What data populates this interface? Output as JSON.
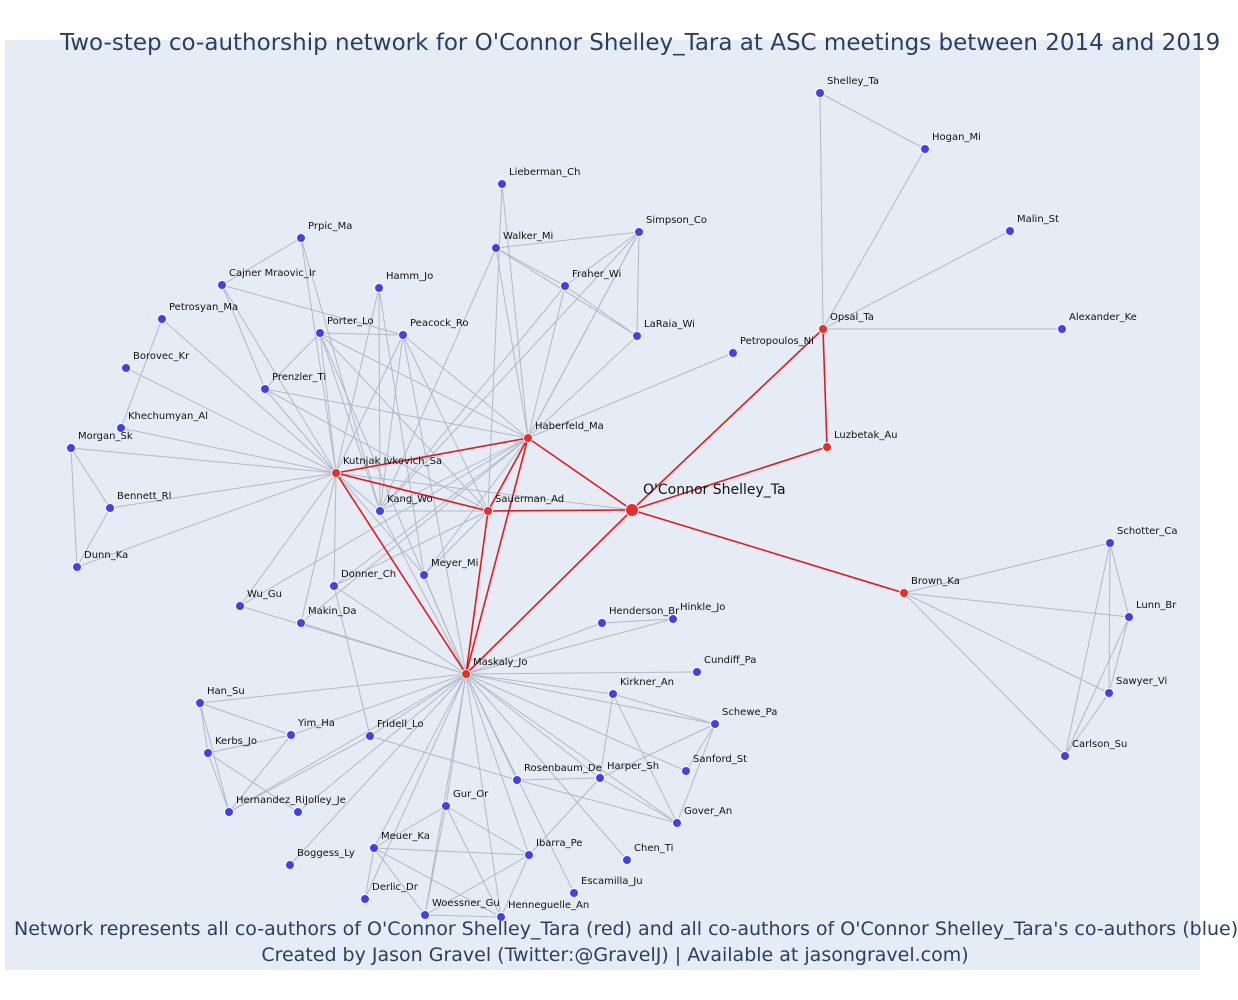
{
  "title": "Two-step co-authorship network for O'Connor Shelley_Tara at ASC meetings between 2014 and 2019",
  "footer_line1": "Network represents all co-authors of O'Connor Shelley_Tara (red) and all co-authors of O'Connor Shelley_Tara's co-authors (blue)",
  "footer_line2": "Created by Jason Gravel (Twitter:@GravelJ) | Available at jasongravel.com)",
  "colors": {
    "background": "#e5ecf6",
    "first_step_node": "#ef2a2a",
    "second_step_node": "#4040ee",
    "first_step_edge": "#e31a1c",
    "second_step_edge": "#b4b8c6",
    "text": "#2a3f5f"
  },
  "nodes": [
    {
      "id": "O'Connor Shelley_Ta",
      "group": "focal"
    },
    {
      "id": "Haberfeld_Ma",
      "group": "red"
    },
    {
      "id": "Kutnjak Ivkovich_Sa",
      "group": "red"
    },
    {
      "id": "Sauerman_Ad",
      "group": "red"
    },
    {
      "id": "Maskaly_Jo",
      "group": "red"
    },
    {
      "id": "Opsal_Ta",
      "group": "red"
    },
    {
      "id": "Luzbetak_Au",
      "group": "red"
    },
    {
      "id": "Brown_Ka",
      "group": "red"
    },
    {
      "id": "Shelley_Ta",
      "group": "blue"
    },
    {
      "id": "Hogan_Mi",
      "group": "blue"
    },
    {
      "id": "Malin_St",
      "group": "blue"
    },
    {
      "id": "Alexander_Ke",
      "group": "blue"
    },
    {
      "id": "Lieberman_Ch",
      "group": "blue"
    },
    {
      "id": "Simpson_Co",
      "group": "blue"
    },
    {
      "id": "Walker_Mi",
      "group": "blue"
    },
    {
      "id": "Fraher_Wi",
      "group": "blue"
    },
    {
      "id": "LaRaia_Wi",
      "group": "blue"
    },
    {
      "id": "Petropoulos_Ni",
      "group": "blue"
    },
    {
      "id": "Prpic_Ma",
      "group": "blue"
    },
    {
      "id": "Cajner Mraovic_Ir",
      "group": "blue"
    },
    {
      "id": "Hamm_Jo",
      "group": "blue"
    },
    {
      "id": "Petrosyan_Ma",
      "group": "blue"
    },
    {
      "id": "Porter_Lo",
      "group": "blue"
    },
    {
      "id": "Peacock_Ro",
      "group": "blue"
    },
    {
      "id": "Borovec_Kr",
      "group": "blue"
    },
    {
      "id": "Prenzler_Ti",
      "group": "blue"
    },
    {
      "id": "Khechumyan_Al",
      "group": "blue"
    },
    {
      "id": "Morgan_Sk",
      "group": "blue"
    },
    {
      "id": "Bennett_Rl",
      "group": "blue"
    },
    {
      "id": "Dunn_Ka",
      "group": "blue"
    },
    {
      "id": "Kang_Wo",
      "group": "blue"
    },
    {
      "id": "Donner_Ch",
      "group": "blue"
    },
    {
      "id": "Meyer_Mi",
      "group": "blue"
    },
    {
      "id": "Wu_Gu",
      "group": "blue"
    },
    {
      "id": "Makin_Da",
      "group": "blue"
    },
    {
      "id": "Henderson_Br",
      "group": "blue"
    },
    {
      "id": "Hinkle_Jo",
      "group": "blue"
    },
    {
      "id": "Cundiff_Pa",
      "group": "blue"
    },
    {
      "id": "Kirkner_An",
      "group": "blue"
    },
    {
      "id": "Schewe_Pa",
      "group": "blue"
    },
    {
      "id": "Han_Su",
      "group": "blue"
    },
    {
      "id": "Yim_Ha",
      "group": "blue"
    },
    {
      "id": "Fridell_Lo",
      "group": "blue"
    },
    {
      "id": "Kerbs_Jo",
      "group": "blue"
    },
    {
      "id": "Hernandez_Ri",
      "group": "blue"
    },
    {
      "id": "Jolley_Je",
      "group": "blue"
    },
    {
      "id": "Rosenbaum_De",
      "group": "blue"
    },
    {
      "id": "Harper_Sh",
      "group": "blue"
    },
    {
      "id": "Sanford_St",
      "group": "blue"
    },
    {
      "id": "Gover_An",
      "group": "blue"
    },
    {
      "id": "Gur_Or",
      "group": "blue"
    },
    {
      "id": "Meuer_Ka",
      "group": "blue"
    },
    {
      "id": "Ibarra_Pe",
      "group": "blue"
    },
    {
      "id": "Chen_Ti",
      "group": "blue"
    },
    {
      "id": "Boggess_Ly",
      "group": "blue"
    },
    {
      "id": "Derlic_Dr",
      "group": "blue"
    },
    {
      "id": "Escamilla_Ju",
      "group": "blue"
    },
    {
      "id": "Woessner_Gu",
      "group": "blue"
    },
    {
      "id": "Henneguelle_An",
      "group": "blue"
    },
    {
      "id": "Schotter_Ca",
      "group": "blue"
    },
    {
      "id": "Lunn_Br",
      "group": "blue"
    },
    {
      "id": "Sawyer_Vi",
      "group": "blue"
    },
    {
      "id": "Carlson_Su",
      "group": "blue"
    }
  ],
  "red_edges": [
    [
      "O'Connor Shelley_Ta",
      "Opsal_Ta"
    ],
    [
      "O'Connor Shelley_Ta",
      "Luzbetak_Au"
    ],
    [
      "O'Connor Shelley_Ta",
      "Haberfeld_Ma"
    ],
    [
      "O'Connor Shelley_Ta",
      "Sauerman_Ad"
    ],
    [
      "O'Connor Shelley_Ta",
      "Maskaly_Jo"
    ],
    [
      "O'Connor Shelley_Ta",
      "Brown_Ka"
    ],
    [
      "Opsal_Ta",
      "Luzbetak_Au"
    ],
    [
      "Kutnjak Ivkovich_Sa",
      "Haberfeld_Ma"
    ],
    [
      "Kutnjak Ivkovich_Sa",
      "Sauerman_Ad"
    ],
    [
      "Kutnjak Ivkovich_Sa",
      "Maskaly_Jo"
    ],
    [
      "Haberfeld_Ma",
      "Sauerman_Ad"
    ],
    [
      "Haberfeld_Ma",
      "Maskaly_Jo"
    ],
    [
      "Sauerman_Ad",
      "Maskaly_Jo"
    ]
  ],
  "grey_edges": [
    [
      "Opsal_Ta",
      "Shelley_Ta"
    ],
    [
      "Opsal_Ta",
      "Hogan_Mi"
    ],
    [
      "Shelley_Ta",
      "Hogan_Mi"
    ],
    [
      "Opsal_Ta",
      "Malin_St"
    ],
    [
      "Opsal_Ta",
      "Alexander_Ke"
    ],
    [
      "Brown_Ka",
      "Schotter_Ca"
    ],
    [
      "Brown_Ka",
      "Lunn_Br"
    ],
    [
      "Brown_Ka",
      "Sawyer_Vi"
    ],
    [
      "Brown_Ka",
      "Carlson_Su"
    ],
    [
      "Schotter_Ca",
      "Lunn_Br"
    ],
    [
      "Schotter_Ca",
      "Sawyer_Vi"
    ],
    [
      "Schotter_Ca",
      "Carlson_Su"
    ],
    [
      "Lunn_Br",
      "Sawyer_Vi"
    ],
    [
      "Lunn_Br",
      "Carlson_Su"
    ],
    [
      "Sawyer_Vi",
      "Carlson_Su"
    ],
    [
      "Haberfeld_Ma",
      "Lieberman_Ch"
    ],
    [
      "Haberfeld_Ma",
      "Walker_Mi"
    ],
    [
      "Haberfeld_Ma",
      "Simpson_Co"
    ],
    [
      "Haberfeld_Ma",
      "Fraher_Wi"
    ],
    [
      "Haberfeld_Ma",
      "LaRaia_Wi"
    ],
    [
      "Haberfeld_Ma",
      "Petropoulos_Ni"
    ],
    [
      "Haberfeld_Ma",
      "Peacock_Ro"
    ],
    [
      "Haberfeld_Ma",
      "Porter_Lo"
    ],
    [
      "Walker_Mi",
      "Simpson_Co"
    ],
    [
      "Walker_Mi",
      "Fraher_Wi"
    ],
    [
      "Walker_Mi",
      "LaRaia_Wi"
    ],
    [
      "Simpson_Co",
      "Fraher_Wi"
    ],
    [
      "Simpson_Co",
      "LaRaia_Wi"
    ],
    [
      "Fraher_Wi",
      "LaRaia_Wi"
    ],
    [
      "Lieberman_Ch",
      "Sauerman_Ad"
    ],
    [
      "Simpson_Co",
      "Haberfeld_Ma"
    ],
    [
      "Walker_Mi",
      "Kang_Wo"
    ],
    [
      "Fraher_Wi",
      "Kang_Wo"
    ],
    [
      "Simpson_Co",
      "Kang_Wo"
    ],
    [
      "Kutnjak Ivkovich_Sa",
      "Prpic_Ma"
    ],
    [
      "Kutnjak Ivkovich_Sa",
      "Cajner Mraovic_Ir"
    ],
    [
      "Kutnjak Ivkovich_Sa",
      "Hamm_Jo"
    ],
    [
      "Kutnjak Ivkovich_Sa",
      "Petrosyan_Ma"
    ],
    [
      "Kutnjak Ivkovich_Sa",
      "Porter_Lo"
    ],
    [
      "Kutnjak Ivkovich_Sa",
      "Peacock_Ro"
    ],
    [
      "Kutnjak Ivkovich_Sa",
      "Borovec_Kr"
    ],
    [
      "Kutnjak Ivkovich_Sa",
      "Prenzler_Ti"
    ],
    [
      "Kutnjak Ivkovich_Sa",
      "Khechumyan_Al"
    ],
    [
      "Kutnjak Ivkovich_Sa",
      "Morgan_Sk"
    ],
    [
      "Kutnjak Ivkovich_Sa",
      "Bennett_Rl"
    ],
    [
      "Kutnjak Ivkovich_Sa",
      "Dunn_Ka"
    ],
    [
      "Kutnjak Ivkovich_Sa",
      "Kang_Wo"
    ],
    [
      "Kutnjak Ivkovich_Sa",
      "Donner_Ch"
    ],
    [
      "Kutnjak Ivkovich_Sa",
      "Wu_Gu"
    ],
    [
      "Kutnjak Ivkovich_Sa",
      "Makin_Da"
    ],
    [
      "Kutnjak Ivkovich_Sa",
      "Meyer_Mi"
    ],
    [
      "Kutnjak Ivkovich_Sa",
      "O'Connor Shelley_Ta"
    ],
    [
      "Morgan_Sk",
      "Bennett_Rl"
    ],
    [
      "Morgan_Sk",
      "Dunn_Ka"
    ],
    [
      "Bennett_Rl",
      "Dunn_Ka"
    ],
    [
      "Petrosyan_Ma",
      "Khechumyan_Al"
    ],
    [
      "Prpic_Ma",
      "Cajner Mraovic_Ir"
    ],
    [
      "Cajner Mraovic_Ir",
      "Peacock_Ro"
    ],
    [
      "Cajner Mraovic_Ir",
      "Prenzler_Ti"
    ],
    [
      "Porter_Lo",
      "Peacock_Ro"
    ],
    [
      "Porter_Lo",
      "Prenzler_Ti"
    ],
    [
      "Prpic_Ma",
      "Kang_Wo"
    ],
    [
      "Hamm_Jo",
      "Kang_Wo"
    ],
    [
      "Hamm_Jo",
      "Meyer_Mi"
    ],
    [
      "Porter_Lo",
      "Kang_Wo"
    ],
    [
      "Peacock_Ro",
      "Kang_Wo"
    ],
    [
      "Porter_Lo",
      "Sauerman_Ad"
    ],
    [
      "Peacock_Ro",
      "Sauerman_Ad"
    ],
    [
      "Prenzler_Ti",
      "Sauerman_Ad"
    ],
    [
      "Prenzler_Ti",
      "Haberfeld_Ma"
    ],
    [
      "Porter_Lo",
      "Maskaly_Jo"
    ],
    [
      "Peacock_Ro",
      "Maskaly_Jo"
    ],
    [
      "Kang_Wo",
      "Sauerman_Ad"
    ],
    [
      "Kang_Wo",
      "Haberfeld_Ma"
    ],
    [
      "Kang_Wo",
      "Maskaly_Jo"
    ],
    [
      "Donner_Ch",
      "Sauerman_Ad"
    ],
    [
      "Donner_Ch",
      "Maskaly_Jo"
    ],
    [
      "Donner_Ch",
      "Fridell_Lo"
    ],
    [
      "Donner_Ch",
      "Haberfeld_Ma"
    ],
    [
      "Meyer_Mi",
      "Maskaly_Jo"
    ],
    [
      "Meyer_Mi",
      "Sauerman_Ad"
    ],
    [
      "Meyer_Mi",
      "Haberfeld_Ma"
    ],
    [
      "Wu_Gu",
      "Maskaly_Jo"
    ],
    [
      "Makin_Da",
      "Maskaly_Jo"
    ],
    [
      "Wu_Gu",
      "Haberfeld_Ma"
    ],
    [
      "Makin_Da",
      "Haberfeld_Ma"
    ],
    [
      "Maskaly_Jo",
      "Henderson_Br"
    ],
    [
      "Maskaly_Jo",
      "Hinkle_Jo"
    ],
    [
      "Henderson_Br",
      "Hinkle_Jo"
    ],
    [
      "Maskaly_Jo",
      "Cundiff_Pa"
    ],
    [
      "Maskaly_Jo",
      "Kirkner_An"
    ],
    [
      "Maskaly_Jo",
      "Schewe_Pa"
    ],
    [
      "Maskaly_Jo",
      "Han_Su"
    ],
    [
      "Maskaly_Jo",
      "Yim_Ha"
    ],
    [
      "Maskaly_Jo",
      "Fridell_Lo"
    ],
    [
      "Maskaly_Jo",
      "Hernandez_Ri"
    ],
    [
      "Maskaly_Jo",
      "Jolley_Je"
    ],
    [
      "Maskaly_Jo",
      "Rosenbaum_De"
    ],
    [
      "Maskaly_Jo",
      "Harper_Sh"
    ],
    [
      "Maskaly_Jo",
      "Sanford_St"
    ],
    [
      "Maskaly_Jo",
      "Gover_An"
    ],
    [
      "Maskaly_Jo",
      "Gur_Or"
    ],
    [
      "Maskaly_Jo",
      "Meuer_Ka"
    ],
    [
      "Maskaly_Jo",
      "Ibarra_Pe"
    ],
    [
      "Maskaly_Jo",
      "Chen_Ti"
    ],
    [
      "Maskaly_Jo",
      "Boggess_Ly"
    ],
    [
      "Maskaly_Jo",
      "Derlic_Dr"
    ],
    [
      "Maskaly_Jo",
      "Escamilla_Ju"
    ],
    [
      "Maskaly_Jo",
      "Woessner_Gu"
    ],
    [
      "Maskaly_Jo",
      "Henneguelle_An"
    ],
    [
      "Han_Su",
      "Yim_Ha"
    ],
    [
      "Han_Su",
      "Kerbs_Jo"
    ],
    [
      "Kerbs_Jo",
      "Hernandez_Ri"
    ],
    [
      "Kerbs_Jo",
      "Jolley_Je"
    ],
    [
      "Yim_Ha",
      "Kerbs_Jo"
    ],
    [
      "Yim_Ha",
      "Hernandez_Ri"
    ],
    [
      "Han_Su",
      "Hernandez_Ri"
    ],
    [
      "Fridell_Lo",
      "Rosenbaum_De"
    ],
    [
      "Fridell_Lo",
      "Hernandez_Ri"
    ],
    [
      "Kirkner_An",
      "Schewe_Pa"
    ],
    [
      "Kirkner_An",
      "Harper_Sh"
    ],
    [
      "Kirkner_An",
      "Gover_An"
    ],
    [
      "Harper_Sh",
      "Schewe_Pa"
    ],
    [
      "Harper_Sh",
      "Gover_An"
    ],
    [
      "Harper_Sh",
      "Rosenbaum_De"
    ],
    [
      "Harper_Sh",
      "Ibarra_Pe"
    ],
    [
      "Schewe_Pa",
      "Gover_An"
    ],
    [
      "Schewe_Pa",
      "Sanford_St"
    ],
    [
      "Rosenbaum_De",
      "Gover_An"
    ],
    [
      "Gur_Or",
      "Meuer_Ka"
    ],
    [
      "Gur_Or",
      "Ibarra_Pe"
    ],
    [
      "Gur_Or",
      "Woessner_Gu"
    ],
    [
      "Gur_Or",
      "Henneguelle_An"
    ],
    [
      "Meuer_Ka",
      "Ibarra_Pe"
    ],
    [
      "Meuer_Ka",
      "Woessner_Gu"
    ],
    [
      "Meuer_Ka",
      "Derlic_Dr"
    ],
    [
      "Meuer_Ka",
      "Henneguelle_An"
    ],
    [
      "Ibarra_Pe",
      "Woessner_Gu"
    ],
    [
      "Ibarra_Pe",
      "Henneguelle_An"
    ],
    [
      "Woessner_Gu",
      "Henneguelle_An"
    ]
  ]
}
